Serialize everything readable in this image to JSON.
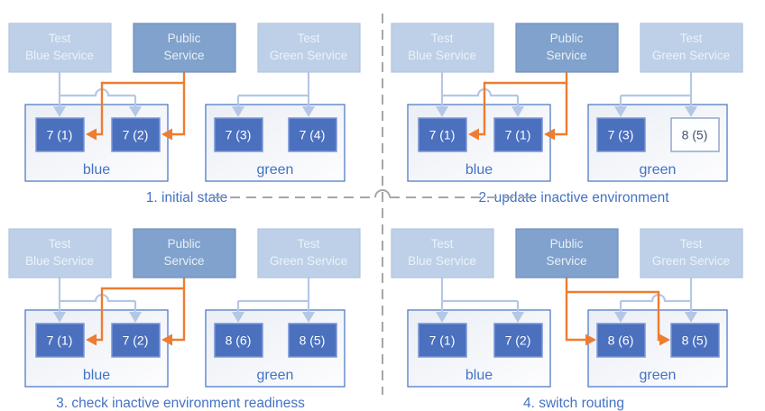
{
  "colors": {
    "pod_fill": "#4a70be",
    "pod_border": "#7b95d6",
    "light_service_fill": "#bdd0e8",
    "public_service_fill": "#80a2cc",
    "group_border": "#4472c4",
    "connector_blue": "#b4c7e7",
    "connector_orange": "#ed7d31",
    "caption_text": "#4472c4",
    "divider_gray": "#a6a6a6",
    "outlined_pod_text": "#44546a"
  },
  "panels": [
    {
      "caption": "1. initial state",
      "services": {
        "test_blue": {
          "line1": "Test",
          "line2": "Blue Service"
        },
        "public": {
          "line1": "Public",
          "line2": "Service"
        },
        "test_green": {
          "line1": "Test",
          "line2": "Green Service"
        }
      },
      "blue_group": {
        "label": "blue",
        "pods": [
          {
            "label": "7 (1)",
            "style": "filled"
          },
          {
            "label": "7 (2)",
            "style": "filled"
          }
        ]
      },
      "green_group": {
        "label": "green",
        "pods": [
          {
            "label": "7 (3)",
            "style": "filled"
          },
          {
            "label": "7 (4)",
            "style": "filled"
          }
        ]
      }
    },
    {
      "caption": "2. update inactive environment",
      "services": {
        "test_blue": {
          "line1": "Test",
          "line2": "Blue Service"
        },
        "public": {
          "line1": "Public",
          "line2": "Service"
        },
        "test_green": {
          "line1": "Test",
          "line2": "Green Service"
        }
      },
      "blue_group": {
        "label": "blue",
        "pods": [
          {
            "label": "7 (1)",
            "style": "filled"
          },
          {
            "label": "7 (1)",
            "style": "filled"
          }
        ]
      },
      "green_group": {
        "label": "green",
        "pods": [
          {
            "label": "7 (3)",
            "style": "filled"
          },
          {
            "label": "8 (5)",
            "style": "outline"
          }
        ]
      }
    },
    {
      "caption": "3. check inactive environment readiness",
      "services": {
        "test_blue": {
          "line1": "Test",
          "line2": "Blue Service"
        },
        "public": {
          "line1": "Public",
          "line2": "Service"
        },
        "test_green": {
          "line1": "Test",
          "line2": "Green Service"
        }
      },
      "blue_group": {
        "label": "blue",
        "pods": [
          {
            "label": "7 (1)",
            "style": "filled"
          },
          {
            "label": "7 (2)",
            "style": "filled"
          }
        ]
      },
      "green_group": {
        "label": "green",
        "pods": [
          {
            "label": "8 (6)",
            "style": "filled"
          },
          {
            "label": "8 (5)",
            "style": "filled"
          }
        ]
      }
    },
    {
      "caption": "4. switch routing",
      "services": {
        "test_blue": {
          "line1": "Test",
          "line2": "Blue Service"
        },
        "public": {
          "line1": "Public",
          "line2": "Service"
        },
        "test_green": {
          "line1": "Test",
          "line2": "Green Service"
        }
      },
      "blue_group": {
        "label": "blue",
        "pods": [
          {
            "label": "7 (1)",
            "style": "filled"
          },
          {
            "label": "7 (2)",
            "style": "filled"
          }
        ]
      },
      "green_group": {
        "label": "green",
        "pods": [
          {
            "label": "8 (6)",
            "style": "filled"
          },
          {
            "label": "8 (5)",
            "style": "filled"
          }
        ]
      }
    }
  ]
}
